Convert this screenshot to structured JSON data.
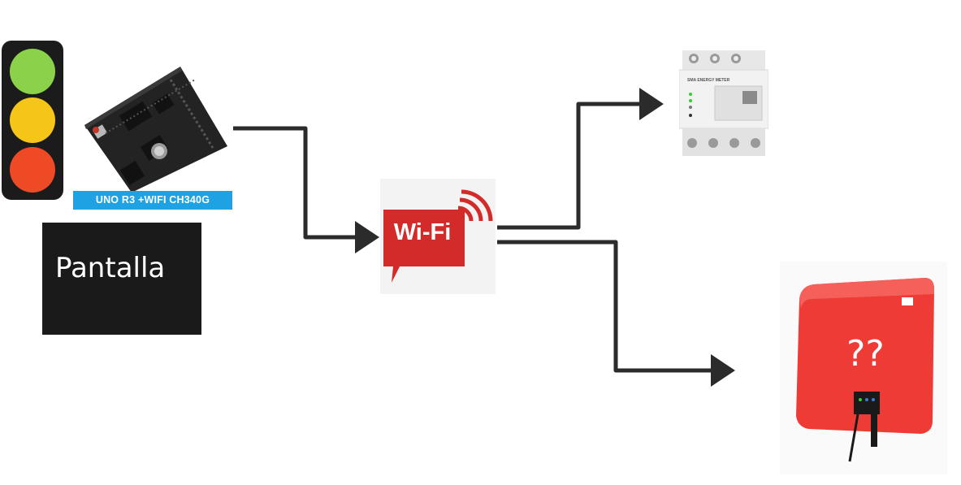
{
  "arduino": {
    "caption": "UNO R3 +WIFI CH340G"
  },
  "screen": {
    "label": "Pantalla"
  },
  "wifi": {
    "label": "Wi-Fi"
  },
  "meter": {
    "label": "SMA ENERGY METER"
  },
  "inverter": {
    "label": "??"
  },
  "colors": {
    "light_green": "#8bd14a",
    "light_yellow": "#f5c518",
    "light_red": "#ee4a26",
    "caption_blue": "#1fa2e3",
    "wifi_red": "#d32a2a",
    "inverter_red": "#ee3b36",
    "arrow": "#2b2b2b"
  }
}
